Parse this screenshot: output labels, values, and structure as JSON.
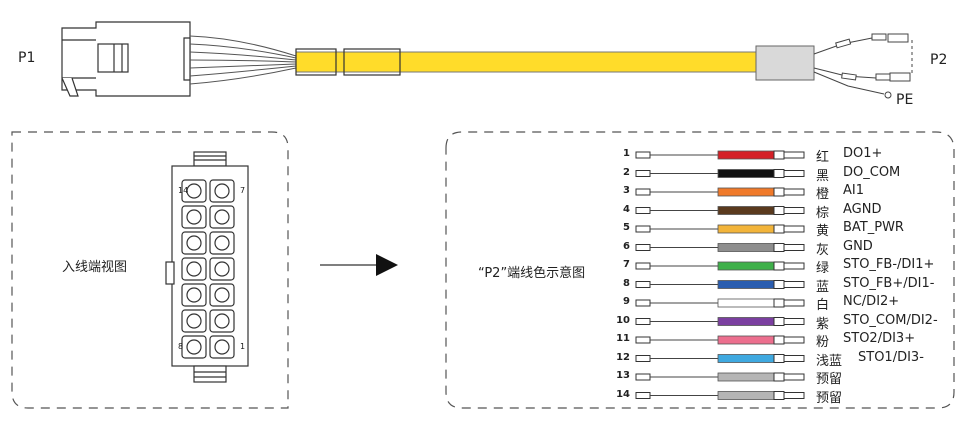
{
  "cable": {
    "p1_label": "P1",
    "p2_label": "P2",
    "pe_label": "PE",
    "jacket_color": "#ffdc2a",
    "shrink_color": "#d9d9d9"
  },
  "connector_view": {
    "title": "入线端视图",
    "pin_labels": {
      "top_left": "14",
      "top_right": "7",
      "bottom_left": "8",
      "bottom_right": "1"
    }
  },
  "wire_table": {
    "title": "“P2”端线色示意图",
    "wires": [
      {
        "pin": "1",
        "color_cn": "红",
        "signal": "DO1+",
        "color": "#d42027"
      },
      {
        "pin": "2",
        "color_cn": "黑",
        "signal": "DO_COM",
        "color": "#111111"
      },
      {
        "pin": "3",
        "color_cn": "橙",
        "signal": "AI1",
        "color": "#f07a2a"
      },
      {
        "pin": "4",
        "color_cn": "棕",
        "signal": "AGND",
        "color": "#5a3a1e"
      },
      {
        "pin": "5",
        "color_cn": "黄",
        "signal": "BAT_PWR",
        "color": "#f2b43a"
      },
      {
        "pin": "6",
        "color_cn": "灰",
        "signal": "GND",
        "color": "#8e8e8e"
      },
      {
        "pin": "7",
        "color_cn": "绿",
        "signal": "STO_FB-/DI1+",
        "color": "#3fb04a"
      },
      {
        "pin": "8",
        "color_cn": "蓝",
        "signal": "STO_FB+/DI1-",
        "color": "#2a5db0"
      },
      {
        "pin": "9",
        "color_cn": "白",
        "signal": "NC/DI2+",
        "color": "#ffffff"
      },
      {
        "pin": "10",
        "color_cn": "紫",
        "signal": "STO_COM/DI2-",
        "color": "#7b3fa0"
      },
      {
        "pin": "11",
        "color_cn": "粉",
        "signal": "STO2/DI3+",
        "color": "#ec6f8e"
      },
      {
        "pin": "12",
        "color_cn": "浅蓝",
        "signal": "STO1/DI3-",
        "color": "#3fa9e0"
      },
      {
        "pin": "13",
        "color_cn": "预留",
        "signal": "",
        "color": "#b5b5b5"
      },
      {
        "pin": "14",
        "color_cn": "预留",
        "signal": "",
        "color": "#b5b5b5"
      }
    ]
  }
}
